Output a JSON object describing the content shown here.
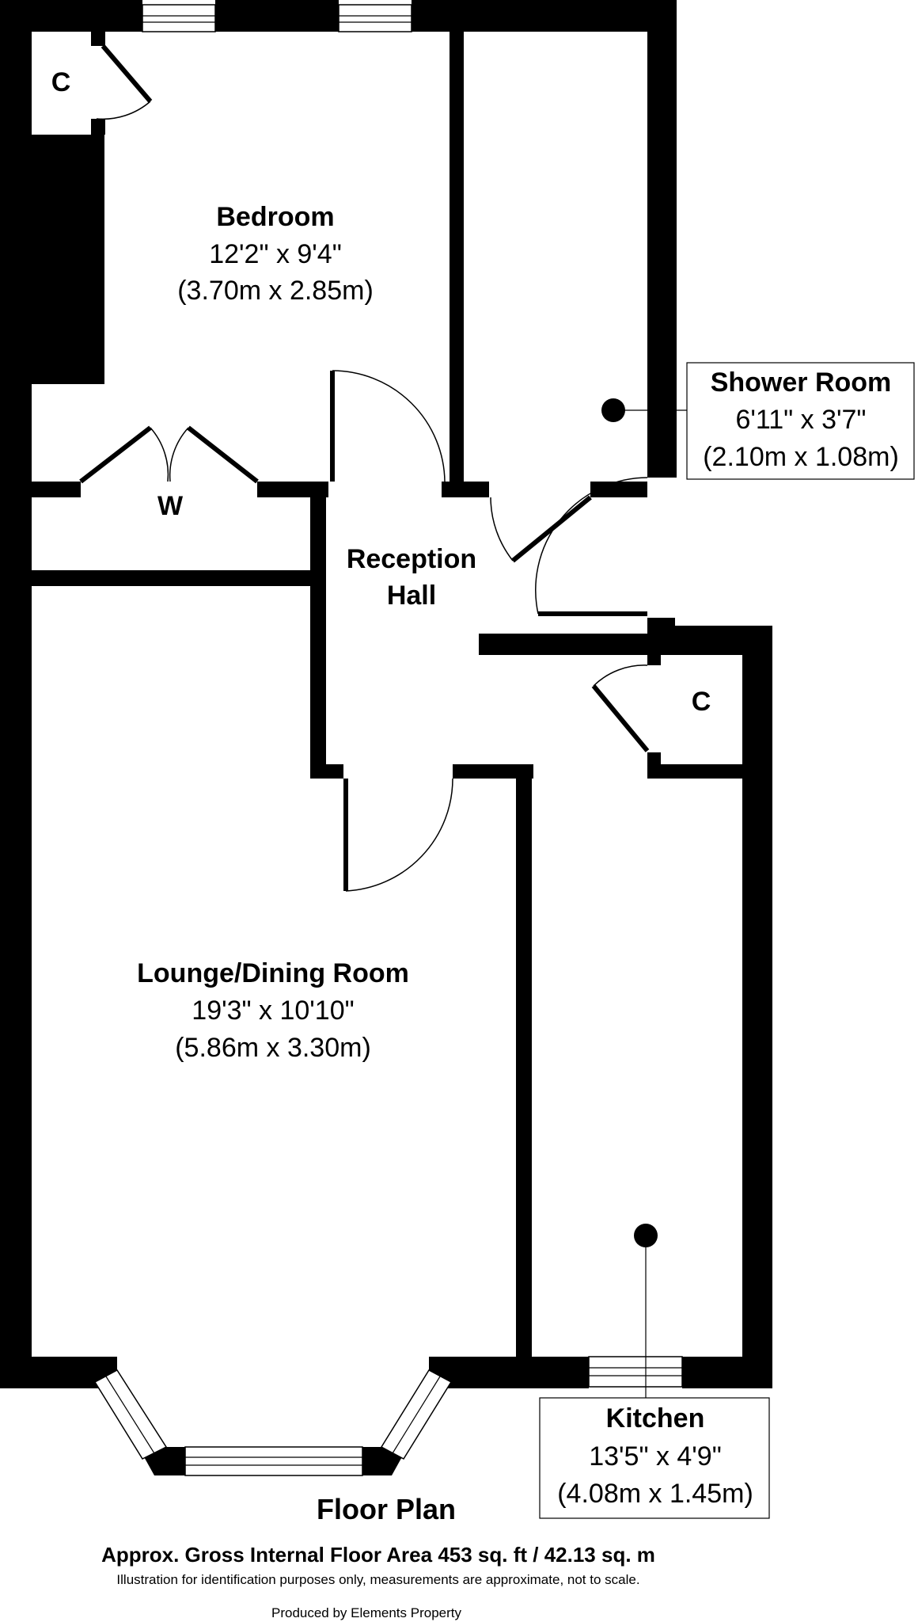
{
  "rooms": {
    "bedroom": {
      "name": "Bedroom",
      "dims_imperial": "12'2\" x 9'4\"",
      "dims_metric": "(3.70m x 2.85m)"
    },
    "shower_room": {
      "name": "Shower Room",
      "dims_imperial": "6'11\" x 3'7\"",
      "dims_metric": "(2.10m x 1.08m)"
    },
    "reception_hall": {
      "name_line1": "Reception",
      "name_line2": "Hall"
    },
    "lounge": {
      "name": "Lounge/Dining Room",
      "dims_imperial": "19'3\" x 10'10\"",
      "dims_metric": "(5.86m x 3.30m)"
    },
    "kitchen": {
      "name": "Kitchen",
      "dims_imperial": "13'5\" x 4'9\"",
      "dims_metric": "(4.08m x 1.45m)"
    },
    "closet_bedroom": "C",
    "closet_hall": "C",
    "wardrobe": "W"
  },
  "footer": {
    "title": "Floor Plan",
    "area": "Approx. Gross Internal Floor Area 453 sq. ft / 42.13 sq. m",
    "disclaimer": "Illustration for identification purposes only, measurements are approximate, not to scale.",
    "producer": "Produced by Elements Property"
  }
}
